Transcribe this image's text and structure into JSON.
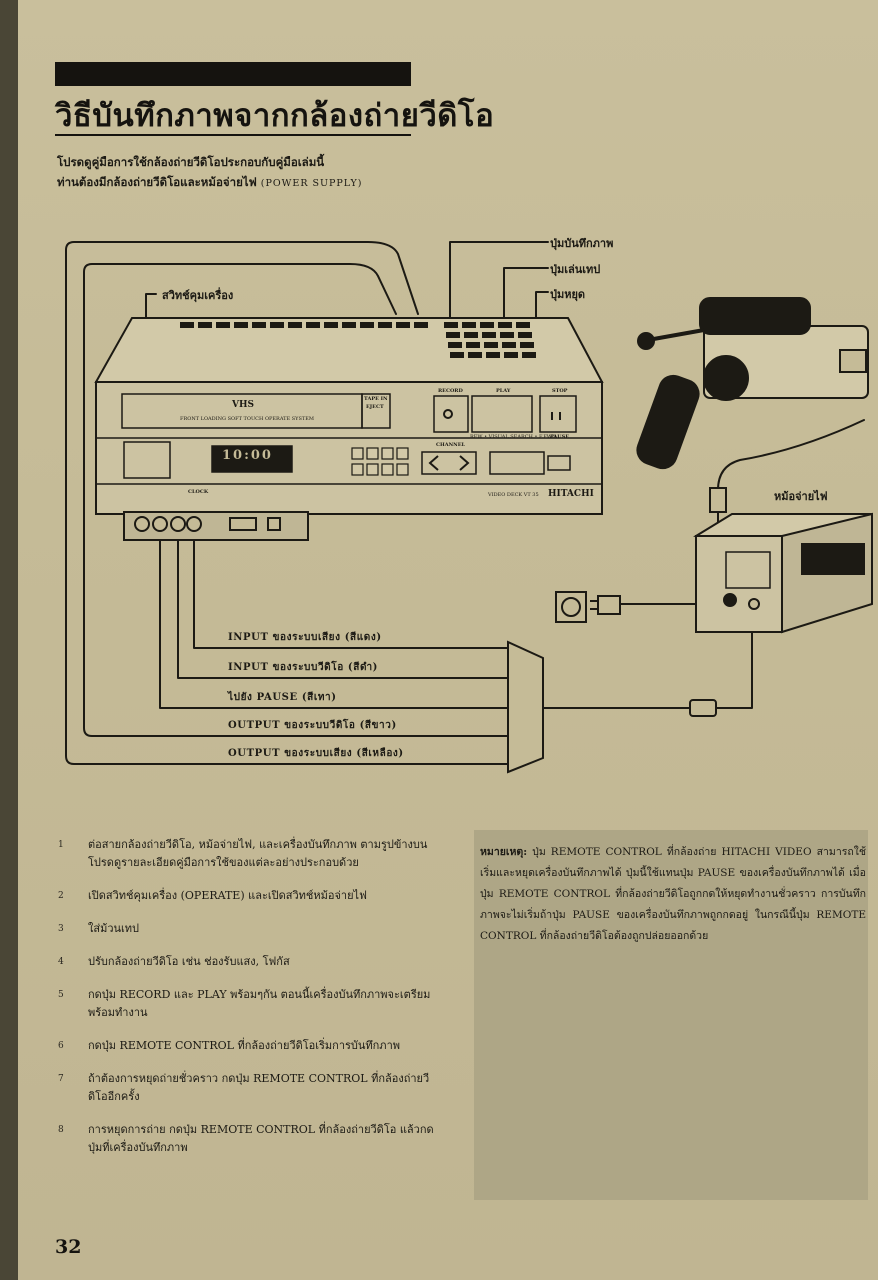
{
  "page": {
    "title": "วิธีบันทึกภาพจากกล้องถ่ายวีดิโอ",
    "intro_line1": "โปรดดูคู่มือการใช้กล้องถ่ายวีดิโอประกอบกับคู่มือเล่มนี้",
    "intro_line2": "ท่านต้องมีกล้องถ่ายวีดิโอและหม้อจ่ายไฟ",
    "intro_line2_en": "(POWER SUPPLY)",
    "page_number": "32"
  },
  "diagram": {
    "labels": {
      "operate_switch": "สวิทช์คุมเครื่อง",
      "record_button": "ปุ่มบันทึกภาพ",
      "play_button": "ปุ่มเล่นเทป",
      "stop_button": "ปุ่มหยุด",
      "power_supply": "หม้อจ่ายไฟ"
    },
    "vcr_text": {
      "tape_in": "TAPE IN",
      "eject": "EJECT",
      "vhs": "VHS",
      "front_loading": "FRONT LOADING  SOFT TOUCH  OPERATE SYSTEM",
      "record": "RECORD",
      "play": "PLAY",
      "stop": "STOP",
      "pause": "PAUSE",
      "rew_fwd": "REW • VISUAL SEARCH • F.FWD",
      "channel": "CHANNEL",
      "clock_display": "10:00",
      "clock": "CLOCK",
      "model": "VIDEO DECK VT 35",
      "brand": "HITACHI"
    },
    "connections": [
      {
        "en": "INPUT",
        "th": "ของระบบเสียง (สีแดง)"
      },
      {
        "en": "INPUT",
        "th": "ของระบบวีดิโอ (สีดำ)"
      },
      {
        "en": "ไปยัง PAUSE",
        "th": "(สีเทา)"
      },
      {
        "en": "OUTPUT",
        "th": "ของระบบวีดิโอ (สีขาว)"
      },
      {
        "en": "OUTPUT",
        "th": "ของระบบเสียง (สีเหลือง)"
      }
    ]
  },
  "steps": [
    {
      "num": "1",
      "text": "ต่อสายกล้องถ่ายวีดิโอ, หม้อจ่ายไฟ, และเครื่องบันทึกภาพ ตามรูปข้างบน โปรดดูรายละเอียดคู่มือการใช้ของแต่ละอย่างประกอบด้วย"
    },
    {
      "num": "2",
      "text": "เปิดสวิทช์คุมเครื่อง (OPERATE) และเปิดสวิทช์หม้อจ่ายไฟ"
    },
    {
      "num": "3",
      "text": "ใส่ม้วนเทป"
    },
    {
      "num": "4",
      "text": "ปรับกล้องถ่ายวีดิโอ เช่น ช่องรับแสง, โฟกัส"
    },
    {
      "num": "5",
      "text": "กดปุ่ม RECORD และ PLAY พร้อมๆกัน ตอนนี้เครื่องบันทึกภาพจะเตรียมพร้อมทำงาน"
    },
    {
      "num": "6",
      "text": "กดปุ่ม REMOTE CONTROL ที่กล้องถ่ายวีดิโอเริ่มการบันทึกภาพ"
    },
    {
      "num": "7",
      "text": "ถ้าต้องการหยุดถ่ายชั่วคราว กดปุ่ม REMOTE CONTROL ที่กล้องถ่ายวีดิโออีกครั้ง"
    },
    {
      "num": "8",
      "text": "การหยุดการถ่าย กดปุ่ม REMOTE CONTROL ที่กล้องถ่ายวีดิโอ แล้วกดปุ่มที่เครื่องบันทึกภาพ"
    }
  ],
  "note": {
    "lead": "หมายเหตุ:",
    "text": "ปุ่ม REMOTE CONTROL ที่กล้องถ่าย HITACHI VIDEO สามารถใช้เริ่มและหยุดเครื่องบันทึกภาพได้ ปุ่มนี้ใช้แทนปุ่ม PAUSE ของเครื่องบันทึกภาพได้ เมื่อปุ่ม REMOTE CONTROL ที่กล้องถ่ายวีดิโอถูกกดให้หยุดทำงานชั่วคราว การบันทึกภาพจะไม่เริ่มถ้าปุ่ม PAUSE ของเครื่องบันทึกภาพถูกกดอยู่ ในกรณีนี้ปุ่ม REMOTE CONTROL ที่กล้องถ่ายวีดิโอต้องถูกปล่อยออกด้วย"
  },
  "colors": {
    "paper": "#c5bb97",
    "ink": "#15130f",
    "note_bg": "#aea686",
    "frame": "#4a4636"
  }
}
